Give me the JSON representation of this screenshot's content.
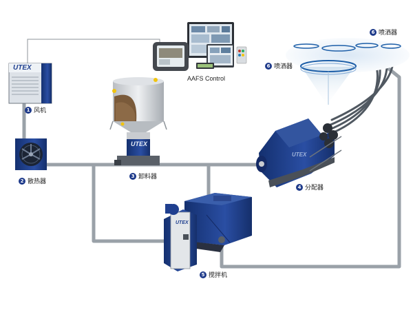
{
  "control": {
    "label": "AAFS Control"
  },
  "brand": {
    "logo": "UTEX"
  },
  "components": [
    {
      "num": "1",
      "name": "风机"
    },
    {
      "num": "2",
      "name": "散热器"
    },
    {
      "num": "3",
      "name": "卸料器"
    },
    {
      "num": "4",
      "name": "分配器"
    },
    {
      "num": "5",
      "name": "搅拌机"
    },
    {
      "num": "6",
      "name": "喷洒器"
    },
    {
      "num": "6",
      "name": "喷洒器"
    }
  ],
  "colors": {
    "pipe": "#9aa1a8",
    "machine": "#1f3f8f",
    "machine_dark": "#142a66",
    "silver": "#c9ccd0"
  }
}
